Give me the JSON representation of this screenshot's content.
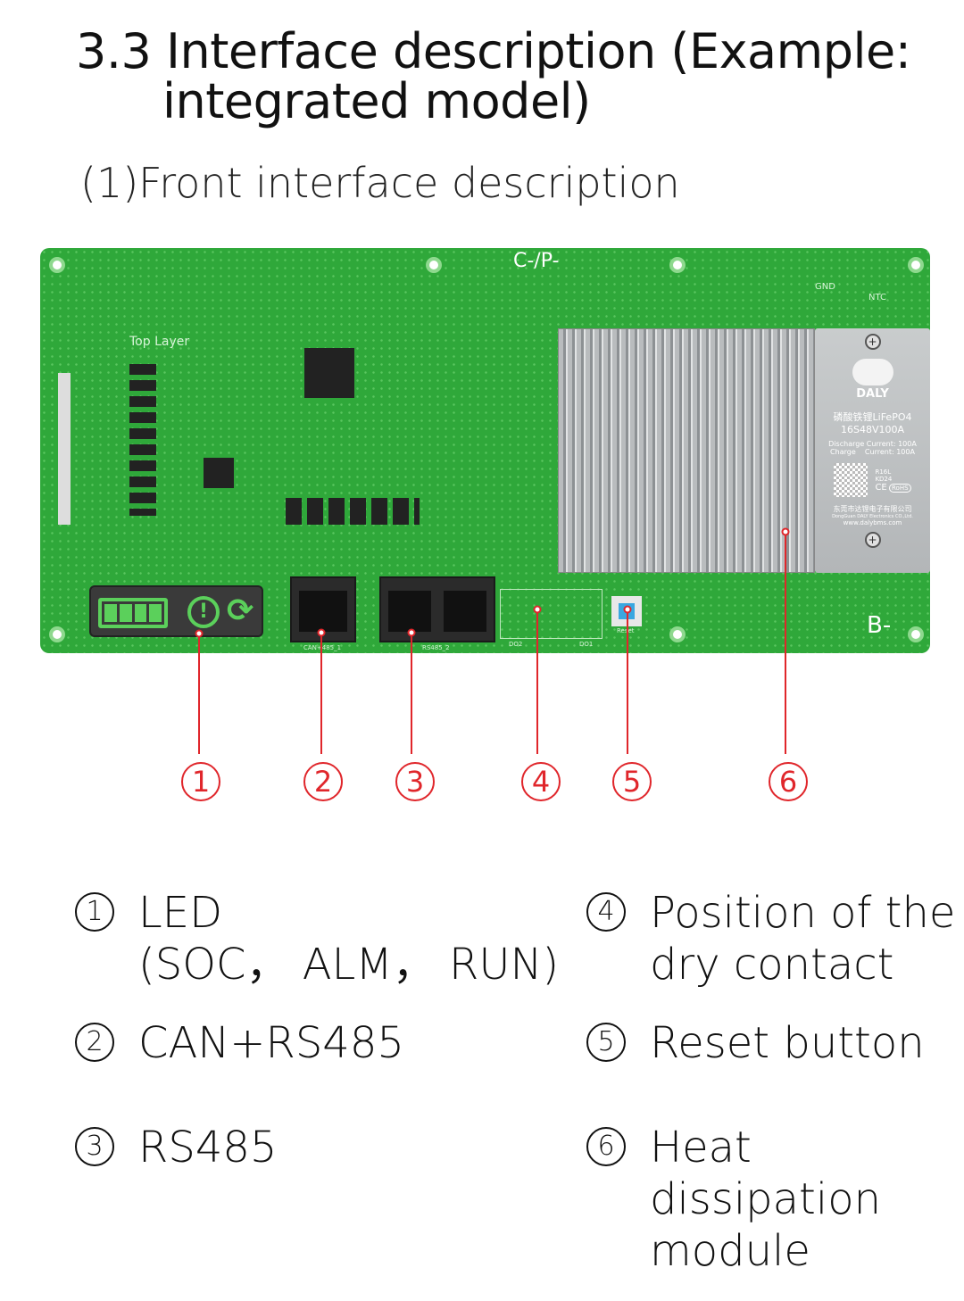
{
  "title": {
    "line1": "3.3 Interface description (Example:",
    "line2": "integrated model)"
  },
  "subtitle": "(1)Front interface description",
  "pcb": {
    "silk": {
      "cp": "C-/P-",
      "bminus": "B-",
      "top_layer": "Top Layer",
      "gnd": "GND",
      "ntc": "NTC",
      "can_port": "CAN+485_1",
      "rs485_port": "RS485_2",
      "do2": "DO2",
      "do1": "DO1",
      "reset": "Reset"
    },
    "plate": {
      "brand": "DALY",
      "line1": "磷酸铁锂LiFePO4",
      "line2": "16S48V100A",
      "discharge": "Discharge Current: 100A",
      "charge": "Charge    Current: 100A",
      "code1": "R16L",
      "code2": "KD24",
      "ce": "CE",
      "rohs": "RoHS",
      "company_cn": "东莞市达锂电子有限公司",
      "company_en": "DongGuan DALY Electronics CO.,Ltd.",
      "website": "www.dalybms.com"
    }
  },
  "callouts": [
    "1",
    "2",
    "3",
    "4",
    "5",
    "6"
  ],
  "legend": [
    {
      "num": "1",
      "lines": [
        "LED",
        "(SOC， ALM，  RUN)"
      ]
    },
    {
      "num": "2",
      "lines": [
        "CAN+RS485"
      ]
    },
    {
      "num": "3",
      "lines": [
        "RS485"
      ]
    },
    {
      "num": "4",
      "lines": [
        "Position of the",
        "dry contact"
      ]
    },
    {
      "num": "5",
      "lines": [
        "Reset button"
      ]
    },
    {
      "num": "6",
      "lines": [
        "Heat",
        "dissipation",
        "module"
      ]
    }
  ],
  "colors": {
    "accent": "#e0262b",
    "pcb": "#2fa83a"
  }
}
